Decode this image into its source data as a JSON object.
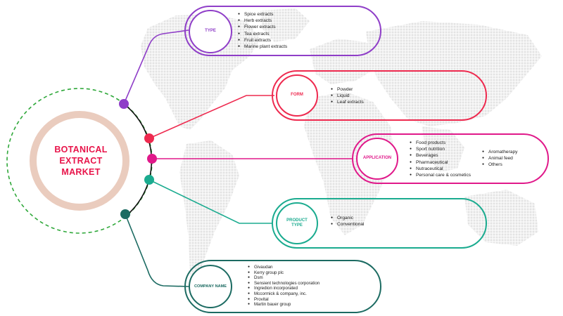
{
  "title": "BOTANICAL EXTRACT MARKET",
  "colors": {
    "type": "#8f3ec8",
    "form": "#ee2a4f",
    "application": "#e0198a",
    "product_type": "#1aab8f",
    "company_name": "#1c6b62",
    "ring": "#eaccbe",
    "dashed": "#2fa83a",
    "map": "#e4e4e4",
    "title": "#e8144a"
  },
  "nodes": {
    "type": {
      "label": "TYPE",
      "items": [
        "Spice extracts",
        "Herb extracts",
        "Flower extracts",
        "Tea extracts",
        "Fruit extracts",
        "Marine plant extracts"
      ]
    },
    "form": {
      "label": "FORM",
      "items": [
        "Powder",
        "Liquid",
        "Leaf extracts"
      ]
    },
    "application": {
      "label": "APPLICATION",
      "items_left": [
        "Food products",
        "Sport nutrition",
        "Beverages",
        "Pharmaceutical",
        "Nutraceutical",
        "Personal care & cosmetics"
      ],
      "items_right": [
        "Aromatherapy",
        "Animal feed",
        "Others"
      ]
    },
    "product_type": {
      "label_line1": "PRODUCT",
      "label_line2": "TYPE",
      "items": [
        "Organic",
        "Conventional"
      ]
    },
    "company_name": {
      "label": "COMPANY NAME",
      "items": [
        "Givaudan",
        "Kerry group plc",
        "Dsm",
        "Sensient technologies corporation",
        "Ingredion incorporated",
        "Mccormick & company, inc.",
        "Provital",
        "Martin bauer group"
      ]
    }
  }
}
